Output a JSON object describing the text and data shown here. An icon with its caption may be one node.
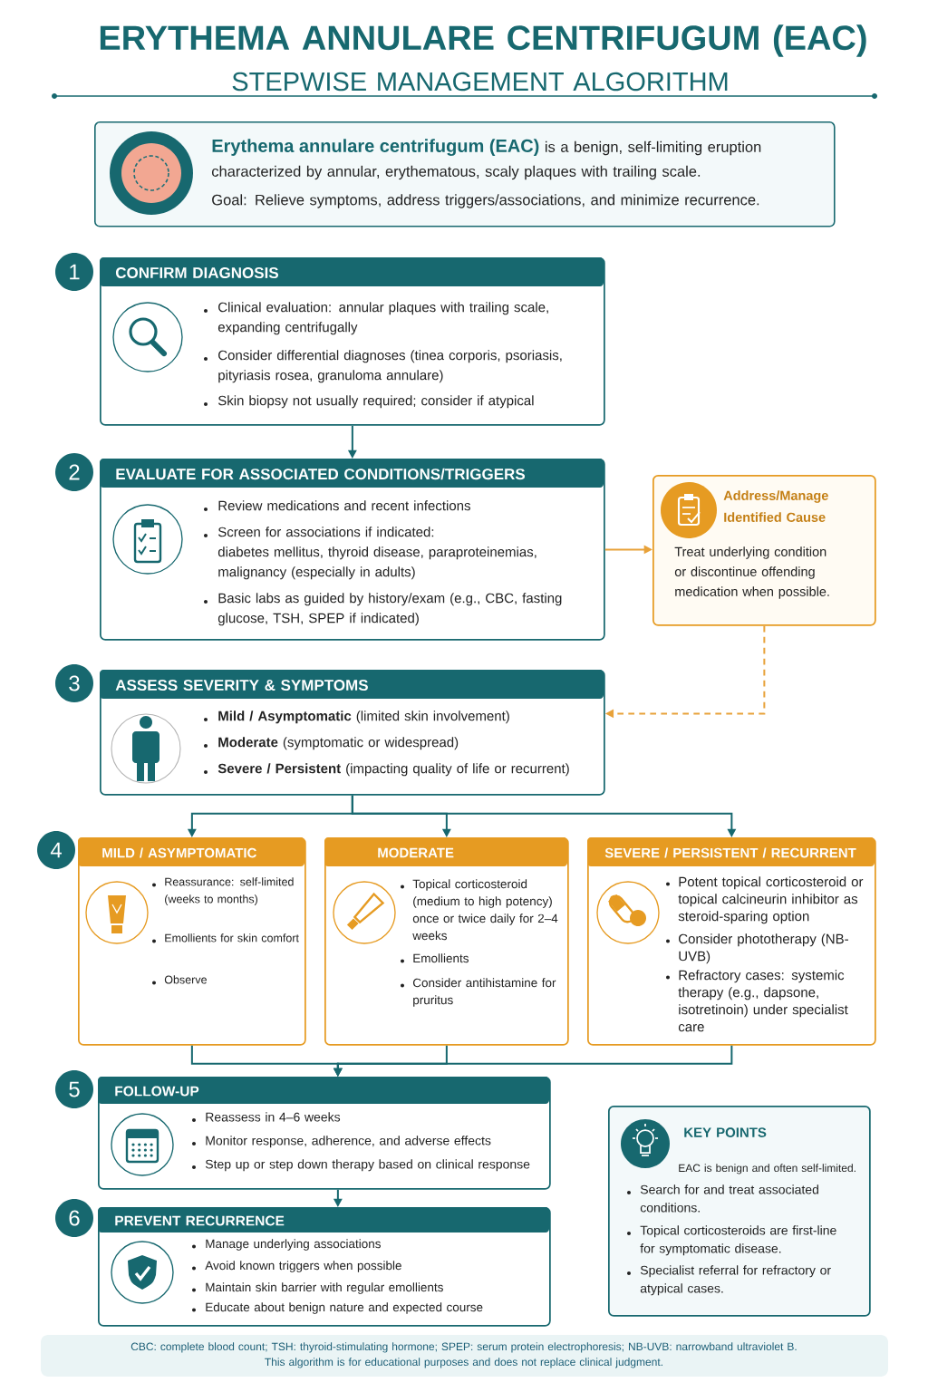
{
  "diagram": {
    "title": "ERYTHEMA ANNULARE CENTRIFUGUM (EAC)",
    "nodes": [
      {
        "text": [
          "Erythema annulare centrifugum (EAC)",
          "is a benign, self-limiting eruption characterized by annular, erythematous, scaly plaques with trailing scale.",
          "Goal: Relieve symptoms, address triggers/associations, and minimize recurrence."
        ]
      },
      {
        "text": [
          "CONFIRM DIAGNOSIS",
          "Clinical evaluation: annular plaques with trailing scale, expanding centrifugally",
          "Consider differential diagnoses (tinea corporis, psoriasis, pityriasis rosea, granuloma annulare)",
          "Skin biopsy not usually required; consider if atypical"
        ],
        "beside": [
          "1"
        ]
      },
      {
        "text": [
          "EVALUATE FOR ASSOCIATED CONDITIONS/TRIGGERS",
          "Review medications and recent infections",
          "Screen for associations if indicated:",
          "diabetes mellitus, thyroid disease, paraproteinemias, malignancy (especially in adults)",
          "Basic labs as guided by history/exam (e.g., CBC, fasting glucose, TSH, SPEP if indicated)"
        ],
        "beside": [
          "2"
        ]
      },
      {
        "text": [
          "Address/Manage Identified Cause",
          "Treat underlying condition or discontinue offending medication when possible."
        ]
      },
      {
        "text": [
          "ASSESS SEVERITY & SYMPTOMS",
          "**Mild / Asymptomatic** (limited skin involvement)",
          "**Moderate** (symptomatic or widespread)",
          "**Severe / Persistent** (impacting quality of life or recurrent)"
        ],
        "beside": [
          "3"
        ]
      },
      {
        "text": [
          "MILD / ASYMPTOMATIC",
          "Reassurance: self-limited (weeks to months)",
          "Emollients for skin comfort",
          "Observe"
        ],
        "beside": [
          "4"
        ]
      },
      {
        "text": [
          "MODERATE",
          "Topical corticosteroid (medium to high potency) once or twice daily for 2–4 weeks",
          "Emollients",
          "Consider antihistamine for pruritus"
        ]
      },
      {
        "text": [
          "SEVERE / PERSISTENT / RECURRENT",
          "Potent topical corticosteroid or topical calcineurin inhibitor as steroid-sparing option",
          "Consider phototherapy (NB-UVB)",
          "Refractory cases: systemic therapy (e.g., dapsone, isotretinoin) under specialist care"
        ]
      },
      {
        "text": [
          "FOLLOW-UP",
          "Reassess in 4–6 weeks",
          "Monitor response, adherence, and adverse effects",
          "Step up or step down therapy based on clinical response"
        ],
        "beside": [
          "5"
        ]
      },
      {
        "text": [
          "PREVENT RECURRENCE",
          "Manage underlying associations",
          "Avoid known triggers when possible",
          "Maintain skin barrier with regular emollients",
          "Educate about benign nature and expected course"
        ],
        "beside": [
          "6"
        ]
      },
      {
        "text": [
          "KEY POINTS",
          "EAC is benign and often self-limited.",
          "Search for and treat associated conditions.",
          "Topical corticosteroids are first-line for symptomatic disease.",
          "Specialist referral for refractory or atypical cases."
        ]
      }
    ],
    "edges": [
      {
        "from": 1,
        "to": 2,
        "arrow": "to"
      },
      {
        "from": 2,
        "to": 3,
        "arrow": "to",
        "color": "#e8a23a"
      },
      {
        "from": 3,
        "to": 4,
        "arrow": "to",
        "style": "dashed",
        "color": "#e8a23a"
      },
      {
        "from": 4,
        "to": 5,
        "arrow": "to"
      },
      {
        "from": 4,
        "to": 6,
        "arrow": "to"
      },
      {
        "from": 4,
        "to": 7,
        "arrow": "to"
      },
      {
        "from": 5,
        "to": 8,
        "arrow": "to"
      },
      {
        "from": 6,
        "to": 8,
        "arrow": "to"
      },
      {
        "from": 7,
        "to": 8,
        "arrow": "to"
      },
      {
        "from": 8,
        "to": 9,
        "arrow": "to"
      }
    ],
    "labels": [
      "STEPWISE MANAGEMENT ALGORITHM",
      "CBC: complete blood count; TSH: thyroid-stimulating hormone; SPEP: serum protein electrophoresis; NB-UVB: narrowband ultraviolet B.",
      "This algorithm is for educational purposes and does not replace clinical judgment."
    ]
  }
}
